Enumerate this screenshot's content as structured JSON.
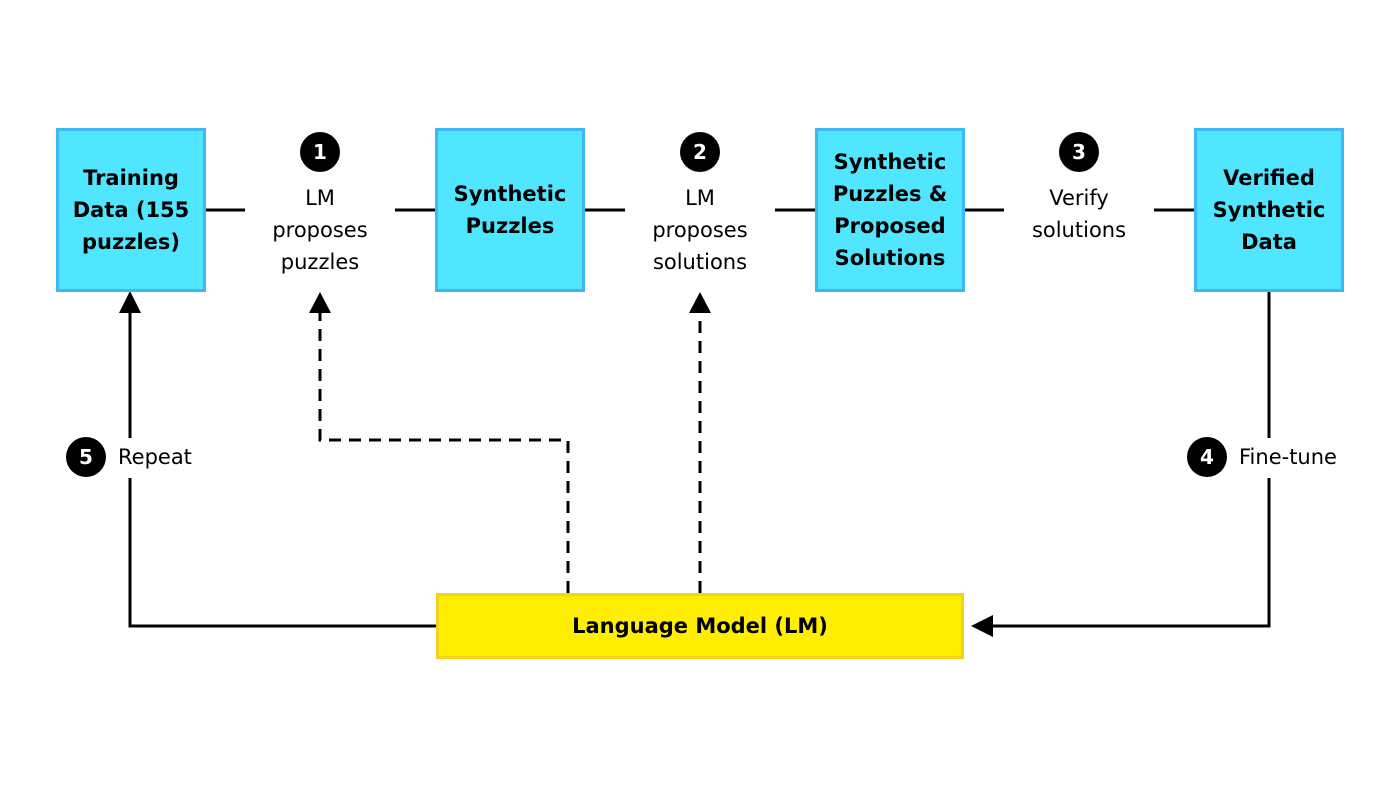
{
  "diagram": {
    "nodes": {
      "training_data": "Training\nData (155\npuzzles)",
      "synthetic_puzzles": "Synthetic\nPuzzles",
      "puzzles_and_solutions": "Synthetic\nPuzzles &\nProposed\nSolutions",
      "verified_data": "Verified\nSynthetic\nData",
      "language_model": "Language Model (LM)"
    },
    "steps": [
      {
        "number": "1",
        "label": "LM\nproposes\npuzzles"
      },
      {
        "number": "2",
        "label": "LM\nproposes\nsolutions"
      },
      {
        "number": "3",
        "label": "Verify\nsolutions"
      },
      {
        "number": "4",
        "label": "Fine-tune"
      },
      {
        "number": "5",
        "label": "Repeat"
      }
    ],
    "colors": {
      "node_fill": "#50e6ff",
      "node_border": "#3fb8f2",
      "model_fill": "#ffee00",
      "model_border": "#f4d41a",
      "line": "#000000"
    }
  }
}
